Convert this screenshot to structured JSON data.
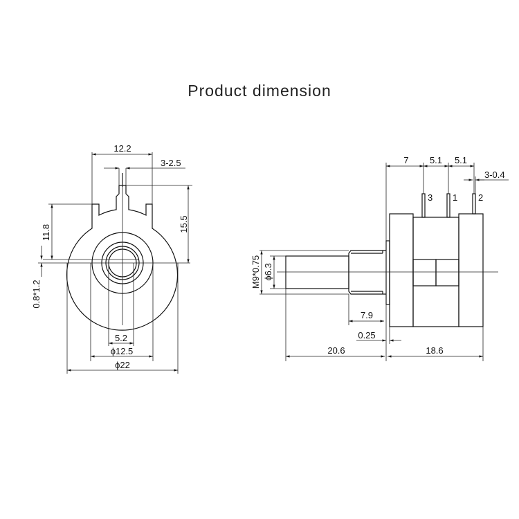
{
  "title": "Product dimension",
  "front_view": {
    "width_top": "12.2",
    "pin_width": "3-2.5",
    "height_pin": "15.5",
    "height_tab": "11.8",
    "offset": "0.8*1.2",
    "flat": "5.2",
    "bushing_dia": "ϕ12.5",
    "body_dia": "ϕ22"
  },
  "side_view": {
    "pin_offset": "7",
    "pin_pitch_1": "5.1",
    "pin_pitch_2": "5.1",
    "pin_size": "3-0.4",
    "pin_labels": [
      "3",
      "1",
      "2"
    ],
    "thread": "M9*0.75",
    "shaft_dia": "ϕ6.3",
    "bushing_len": "7.9",
    "flange": "0.25",
    "shaft_len": "20.6",
    "body_len": "18.6"
  }
}
